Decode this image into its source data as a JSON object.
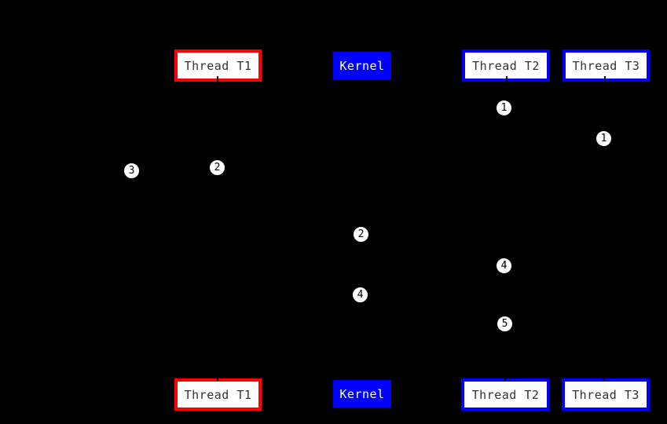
{
  "diagram": {
    "background": "#000000",
    "colors": {
      "thread_t1_border": "#ff0000",
      "thread_t2_border": "#0000ff",
      "thread_t3_border": "#0000ff",
      "kernel_fill": "#0000ff",
      "box_fill": "#ffffff",
      "box_text": "#333333",
      "kernel_text": "#ffffff",
      "marker_fill": "#ffffff",
      "marker_text": "#000000"
    },
    "top_row": {
      "thread_t1": "Thread T1",
      "kernel": "Kernel",
      "thread_t2": "Thread T2",
      "thread_t3": "Thread T3"
    },
    "bottom_row": {
      "thread_t1": "Thread T1",
      "kernel": "Kernel",
      "thread_t2": "Thread T2",
      "thread_t3": "Thread T3"
    },
    "step_markers": [
      "1",
      "1",
      "3",
      "2",
      "2",
      "4",
      "4",
      "5"
    ]
  }
}
